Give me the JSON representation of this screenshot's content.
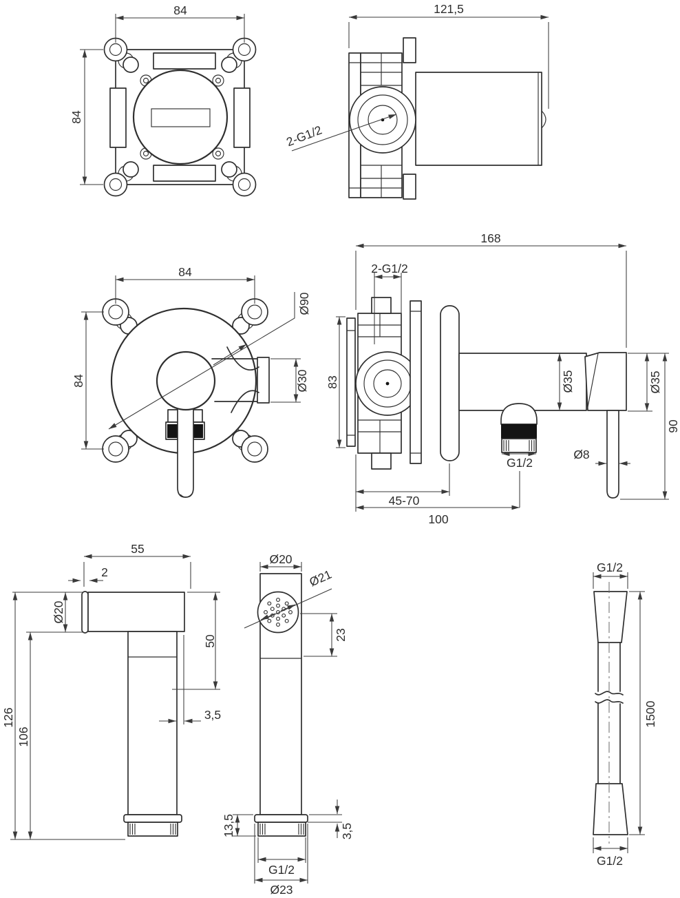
{
  "colors": {
    "line": "#2f2f2f",
    "dimension": "#3a3a3a",
    "text": "#2d2d2d",
    "thread_fill": "#141414",
    "background": "#ffffff"
  },
  "views": {
    "box_front": {
      "dim_width": "84",
      "dim_height": "84"
    },
    "box_side": {
      "dim_width": "121,5",
      "thread_label": "2-G1/2"
    },
    "mixer_front": {
      "dim_width": "84",
      "dim_height": "84",
      "plate_dia": "Ø90",
      "holder_dia": "Ø30"
    },
    "mixer_side": {
      "dim_width": "168",
      "thread_label": "2-G1/2",
      "dim_height": "83",
      "body_dia": "Ø35",
      "knob_dia": "Ø35",
      "knob_drop": "90",
      "rod_dia": "Ø8",
      "outlet_thread": "G1/2",
      "depth_range": "45-70",
      "depth_total": "100"
    },
    "shower_side": {
      "head_length": "55",
      "face_thickness": "2",
      "head_dia": "Ø20",
      "head_drop": "50",
      "edge_offset": "3,5",
      "total_length": "126",
      "handle_length": "106"
    },
    "shower_front": {
      "body_dia": "Ø20",
      "face_dia": "Ø21",
      "head_height": "23",
      "thread_height": "13,5",
      "collar_height": "3,5",
      "thread_label": "G1/2",
      "nut_dia": "Ø23"
    },
    "hose": {
      "thread_top": "G1/2",
      "length": "1500",
      "thread_bottom": "G1/2"
    }
  }
}
